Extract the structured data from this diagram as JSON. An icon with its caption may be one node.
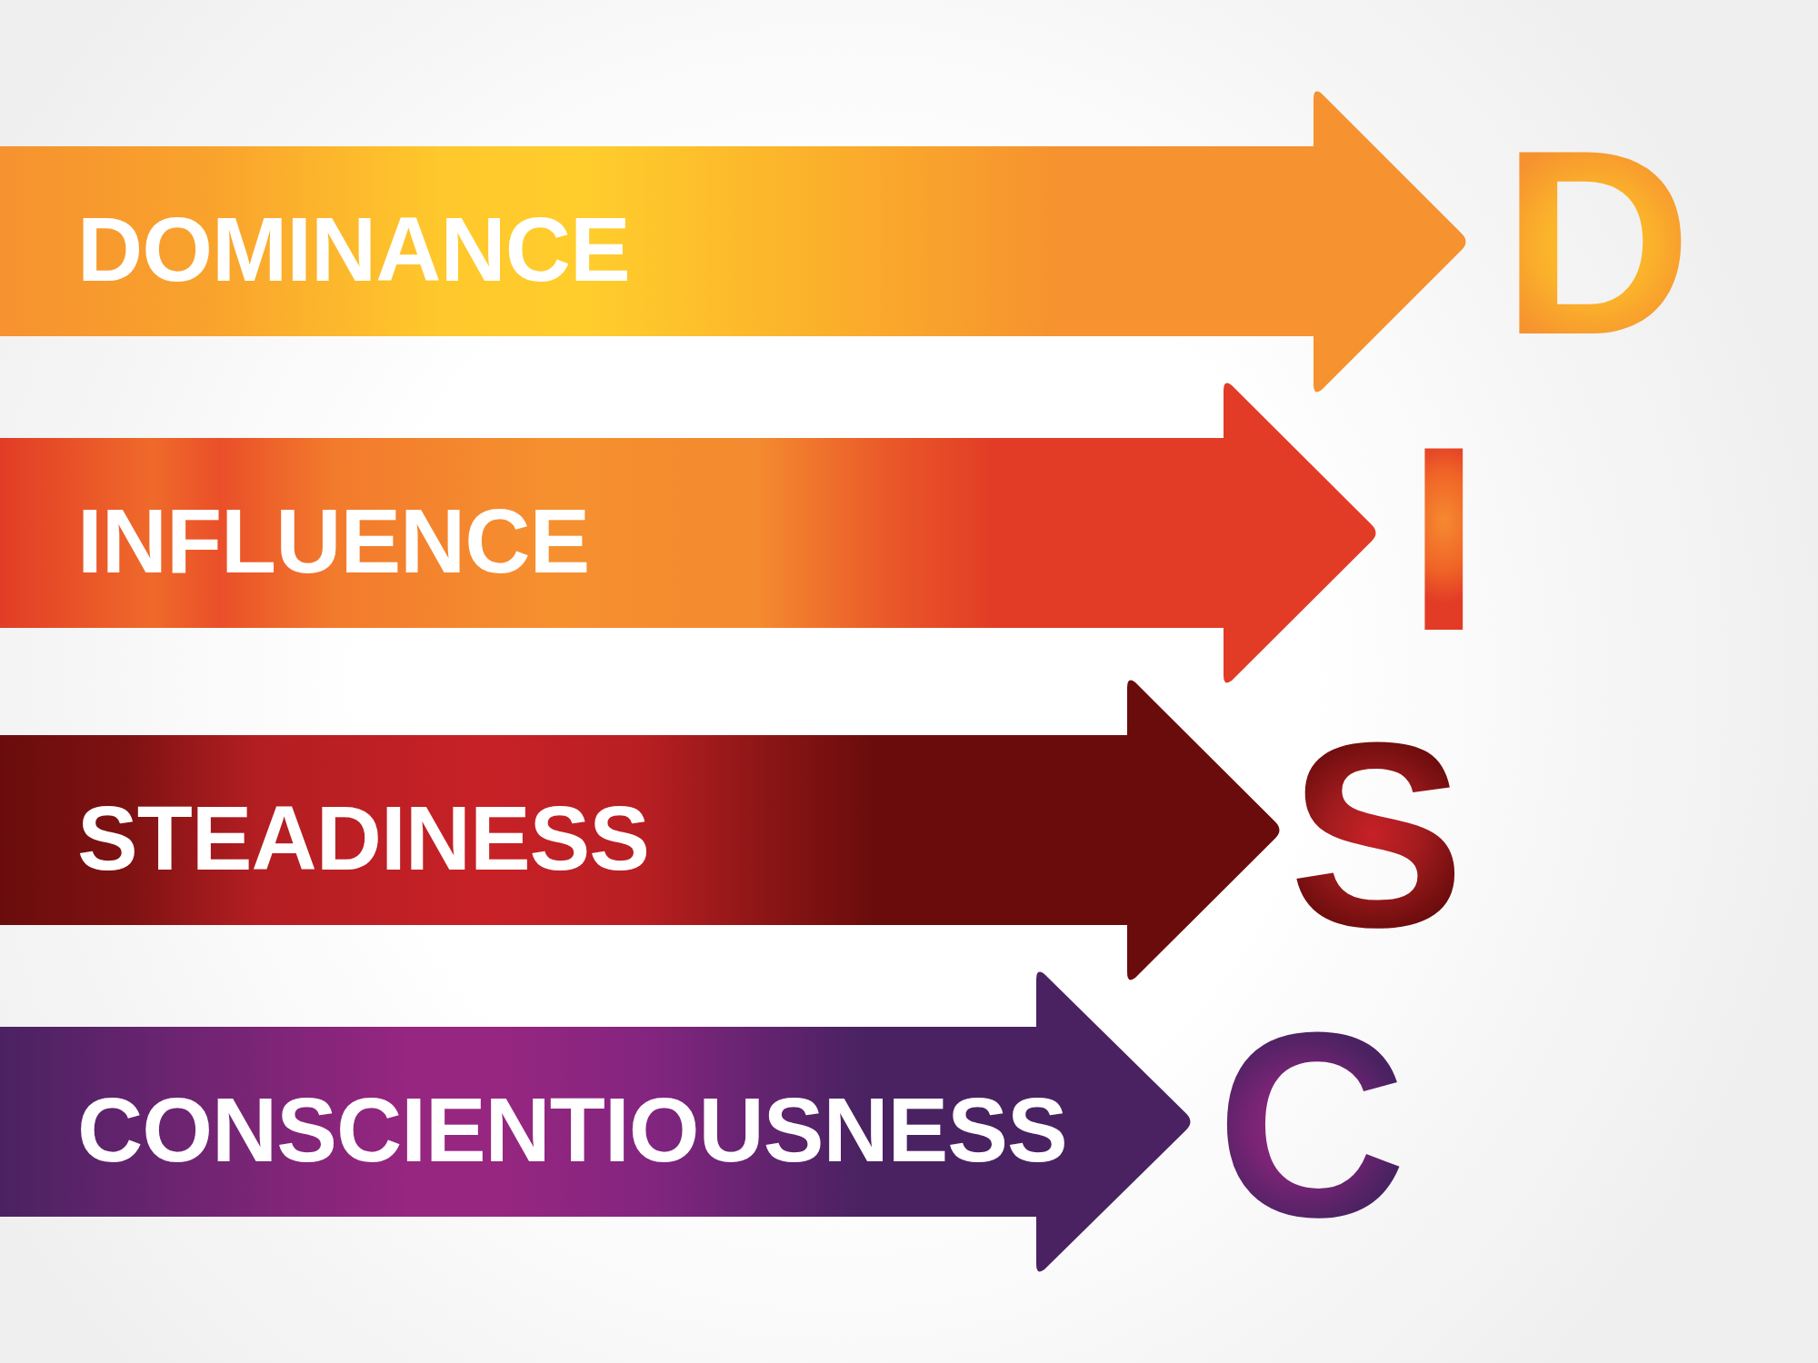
{
  "diagram": {
    "nodes": [
      {
        "text": [
          "DOMINANCE"
        ],
        "beside": [
          "D"
        ]
      },
      {
        "text": [
          "INFLUENCE"
        ],
        "beside": [
          "I"
        ]
      },
      {
        "text": [
          "STEADINESS"
        ],
        "beside": [
          "S"
        ]
      },
      {
        "text": [
          "CONSCIENTIOUSNESS"
        ],
        "beside": [
          "C"
        ]
      }
    ]
  }
}
